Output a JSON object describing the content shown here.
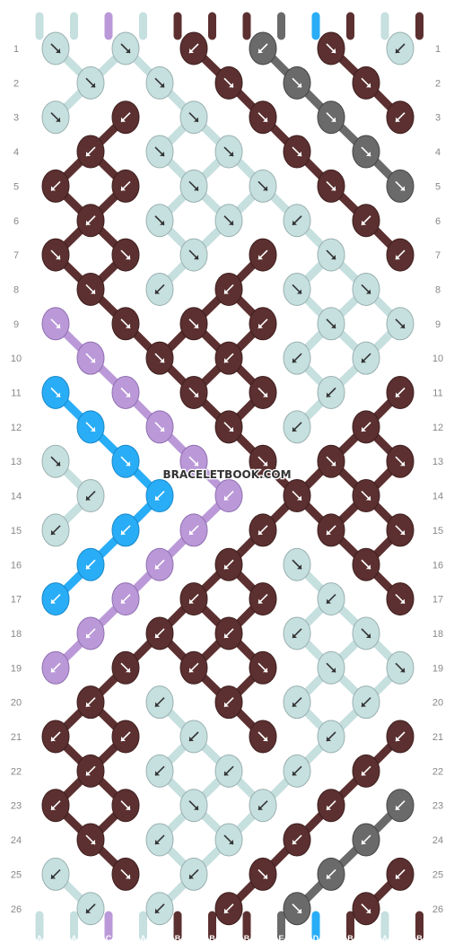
{
  "watermark": "BRACELETBOOK.COM",
  "strings": {
    "labels": [
      "A",
      "A",
      "C",
      "A",
      "B",
      "B",
      "B",
      "E",
      "D",
      "B",
      "A",
      "B"
    ],
    "colors": {
      "A": "#c6dfdf",
      "B": "#5c3030",
      "C": "#bb99d8",
      "D": "#29adf7",
      "E": "#6a6a6a"
    }
  },
  "knots": {
    "rows": [
      [
        "A",
        "A",
        "B",
        "E",
        "B",
        "A"
      ],
      [
        "A",
        "A",
        "B",
        "E",
        "B"
      ],
      [
        "A",
        "B",
        "A",
        "B",
        "E",
        "B"
      ],
      [
        "B",
        "A",
        "A",
        "B",
        "E"
      ],
      [
        "B",
        "B",
        "A",
        "A",
        "B",
        "E"
      ],
      [
        "B",
        "A",
        "A",
        "A",
        "B"
      ],
      [
        "B",
        "B",
        "A",
        "B",
        "A",
        "B"
      ],
      [
        "B",
        "A",
        "B",
        "A",
        "A"
      ],
      [
        "C",
        "B",
        "B",
        "B",
        "A",
        "A"
      ],
      [
        "C",
        "B",
        "B",
        "A",
        "A"
      ],
      [
        "D",
        "C",
        "B",
        "B",
        "A",
        "B"
      ],
      [
        "D",
        "C",
        "B",
        "A",
        "B"
      ],
      [
        "A",
        "D",
        "C",
        "B",
        "B",
        "B"
      ],
      [
        "A",
        "D",
        "C",
        "B",
        "B"
      ],
      [
        "A",
        "D",
        "C",
        "B",
        "B",
        "B"
      ],
      [
        "D",
        "C",
        "B",
        "A",
        "B"
      ],
      [
        "D",
        "C",
        "B",
        "B",
        "A",
        "B"
      ],
      [
        "C",
        "B",
        "B",
        "A",
        "A"
      ],
      [
        "C",
        "B",
        "B",
        "B",
        "A",
        "A"
      ],
      [
        "B",
        "A",
        "B",
        "A",
        "A"
      ],
      [
        "B",
        "B",
        "A",
        "B",
        "A",
        "B"
      ],
      [
        "B",
        "A",
        "A",
        "A",
        "B"
      ],
      [
        "B",
        "B",
        "A",
        "A",
        "B",
        "E"
      ],
      [
        "B",
        "A",
        "A",
        "B",
        "E"
      ],
      [
        "A",
        "B",
        "A",
        "B",
        "E",
        "B"
      ],
      [
        "A",
        "A",
        "B",
        "E",
        "B"
      ]
    ],
    "arrows": [
      [
        "se",
        "se",
        "sw",
        "sw",
        "se",
        "sw"
      ],
      [
        "se",
        "se",
        "se",
        "se",
        "se"
      ],
      [
        "se",
        "sw",
        "se",
        "se",
        "se",
        "sw"
      ],
      [
        "sw",
        "se",
        "se",
        "se",
        "se"
      ],
      [
        "sw",
        "sw",
        "se",
        "se",
        "se",
        "se"
      ],
      [
        "sw",
        "se",
        "se",
        "sw",
        "sw"
      ],
      [
        "se",
        "se",
        "se",
        "sw",
        "se",
        "sw"
      ],
      [
        "se",
        "sw",
        "sw",
        "se",
        "se"
      ],
      [
        "se",
        "se",
        "se",
        "sw",
        "se-turn",
        "se-turn"
      ],
      [
        "se",
        "se",
        "sw",
        "sw",
        "sw"
      ],
      [
        "se",
        "se",
        "se",
        "se",
        "sw",
        "sw"
      ],
      [
        "se",
        "se",
        "se",
        "sw",
        "sw"
      ],
      [
        "se",
        "se",
        "se",
        "se",
        "se",
        "se-turn"
      ],
      [
        "sw",
        "sw-turn",
        "sw-turn",
        "se",
        "se"
      ],
      [
        "sw",
        "sw",
        "sw",
        "sw",
        "sw",
        "se-turn"
      ],
      [
        "sw",
        "sw",
        "sw",
        "se",
        "se"
      ],
      [
        "sw",
        "sw",
        "sw",
        "sw",
        "sw",
        "se"
      ],
      [
        "sw",
        "sw",
        "sw",
        "sw",
        "se"
      ],
      [
        "sw",
        "se",
        "sw",
        "se",
        "se-turn",
        "se-turn"
      ],
      [
        "sw",
        "sw",
        "sw",
        "sw",
        "sw"
      ],
      [
        "sw",
        "sw",
        "sw",
        "se",
        "sw",
        "sw"
      ],
      [
        "sw",
        "sw",
        "sw",
        "sw",
        "sw"
      ],
      [
        "sw",
        "se",
        "se",
        "sw",
        "sw",
        "sw"
      ],
      [
        "se",
        "sw",
        "se",
        "sw",
        "sw"
      ],
      [
        "sw",
        "se",
        "sw",
        "se",
        "sw",
        "sw"
      ],
      [
        "sw",
        "sw",
        "sw",
        "se",
        "se"
      ]
    ]
  }
}
